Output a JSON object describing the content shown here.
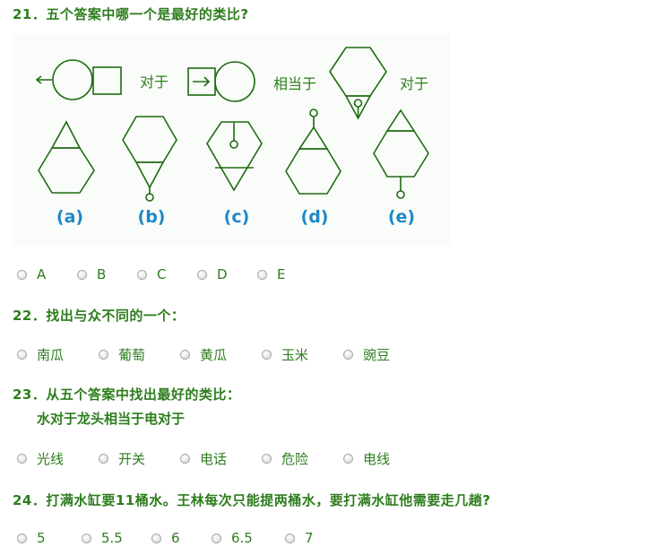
{
  "questions": [
    {
      "title": "21．五个答案中哪一个是最好的类比?",
      "figure": {
        "words": [
          "对于",
          "相当于",
          "对于"
        ],
        "labels": [
          "(a)",
          "(b)",
          "(c)",
          "(d)",
          "(e)"
        ]
      },
      "options": [
        "A",
        "B",
        "C",
        "D",
        "E"
      ]
    },
    {
      "title": "22．找出与众不同的一个：",
      "options": [
        "南瓜",
        "葡萄",
        "黄瓜",
        "玉米",
        "豌豆"
      ]
    },
    {
      "title": "23．从五个答案中找出最好的类比：",
      "subtitle": "水对于龙头相当于电对于",
      "options": [
        "光线",
        "开关",
        "电话",
        "危险",
        "电线"
      ]
    },
    {
      "title": "24．打满水缸要11桶水。王林每次只能提两桶水，要打满水缸他需要走几趟?",
      "options": [
        "5",
        "5.5",
        "6",
        "6.5",
        "7"
      ]
    }
  ],
  "colors": {
    "text": "#2e7d1e",
    "shape_stroke": "#1f6b12",
    "label": "#1e88c9"
  }
}
